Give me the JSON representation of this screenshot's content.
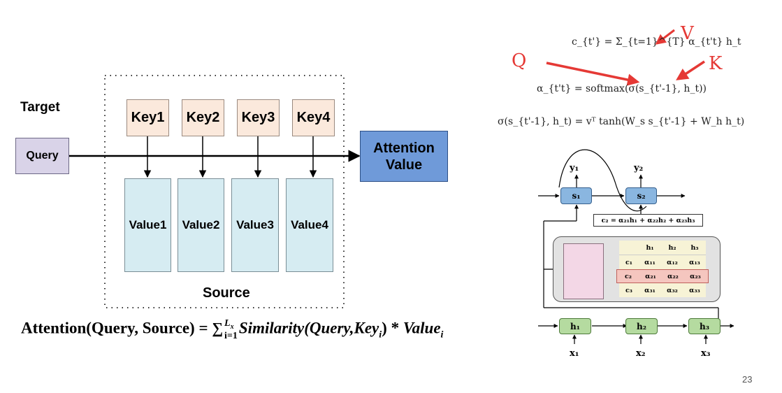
{
  "left_diagram": {
    "target_label": "Target",
    "query_label": "Query",
    "keys": [
      "Key1",
      "Key2",
      "Key3",
      "Key4"
    ],
    "values": [
      "Value1",
      "Value2",
      "Value3",
      "Value4"
    ],
    "attention_value_label": [
      "Attention",
      "Value"
    ],
    "source_label": "Source"
  },
  "formula": {
    "lhs": "Attention(Query, Source) = ",
    "sum_symbol": "∑",
    "sum_upper": "L",
    "sum_upper_sub": "x",
    "sum_lower": "i=1",
    "body_func": "Similarity",
    "body_args": "(Query,Key",
    "body_sub": "i",
    "body_close": ") * ",
    "value_word": "Value",
    "value_sub": "i"
  },
  "equations": {
    "eq1": "c_{t'} = Σ_{t=1}^{T} α_{t't} h_t",
    "eq2": "α_{t't} = softmax(σ(s_{t'-1}, h_t))",
    "eq3": "σ(s_{t'-1}, h_t) = vᵀ tanh(W_s s_{t'-1} + W_h h_t)"
  },
  "annotations": {
    "q": "Q",
    "k": "K",
    "v": "V"
  },
  "right_diagram": {
    "y_labels": [
      "y₁",
      "y₂"
    ],
    "s_labels": [
      "s₁",
      "s₂"
    ],
    "context_formula": "c₂ = α₂₁h₁ + α₂₂h₂ + α₂₃h₃",
    "h_cols": [
      "h₁",
      "h₂",
      "h₃"
    ],
    "c_rows": [
      {
        "c": "c₁",
        "cells": [
          "α₁₁",
          "α₁₂",
          "α₁₃"
        ]
      },
      {
        "c": "c₂",
        "cells": [
          "α₂₁",
          "α₂₂",
          "α₂₃"
        ]
      },
      {
        "c": "c₃",
        "cells": [
          "α₃₁",
          "α₃₂",
          "α₃₃"
        ]
      }
    ],
    "h_labels": [
      "h₁",
      "h₂",
      "h₃"
    ],
    "x_labels": [
      "x₁",
      "x₂",
      "x₃"
    ]
  },
  "page_number": "23",
  "colors": {
    "key_fill": "#fbe9dc",
    "value_fill": "#d6ecf2",
    "query_fill": "#d9d3e8",
    "attention_fill": "#6f9ad9",
    "arrow_red": "#e53935"
  }
}
